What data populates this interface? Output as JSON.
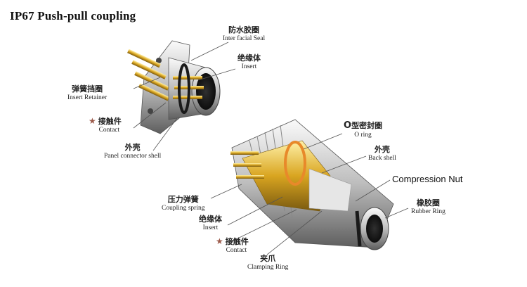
{
  "title": "IP67  Push-pull coupling",
  "labels": {
    "interfacial_seal": {
      "cn": "防水胶圈",
      "en": "Inter facial Seal"
    },
    "insert_top": {
      "cn": "绝缘体",
      "en": "Insert"
    },
    "insert_retainer": {
      "cn": "弹簧挡圈",
      "en": "Insert Retainer"
    },
    "contact_top": {
      "cn": "接触件",
      "en": "Contact"
    },
    "panel_shell": {
      "cn": "外壳",
      "en": "Panel connector shell"
    },
    "o_ring": {
      "prefix": "O",
      "cn": "型密封圈",
      "en": "O ring"
    },
    "back_shell": {
      "cn": "外壳",
      "en": "Back shell"
    },
    "compression_nut": "Compression Nut",
    "rubber_ring": {
      "cn": "橡胶圈",
      "en": "Rubber Ring"
    },
    "coupling_spring": {
      "cn": "压力弹簧",
      "en": "Coupling  spring"
    },
    "insert_bottom": {
      "cn": "绝缘体",
      "en": "Insert"
    },
    "contact_bottom": {
      "cn": "接触件",
      "en": "Contact"
    },
    "clamping_ring": {
      "cn": "夹爪",
      "en": "Clamping  Ring"
    }
  },
  "star_symbol": "★",
  "colors": {
    "metal_light": "#e8e8e8",
    "metal_dark": "#6a6a6a",
    "gold": "#d9a520",
    "orange": "#e8892a",
    "black": "#1a1a1a",
    "star": "#9c5a4a"
  }
}
